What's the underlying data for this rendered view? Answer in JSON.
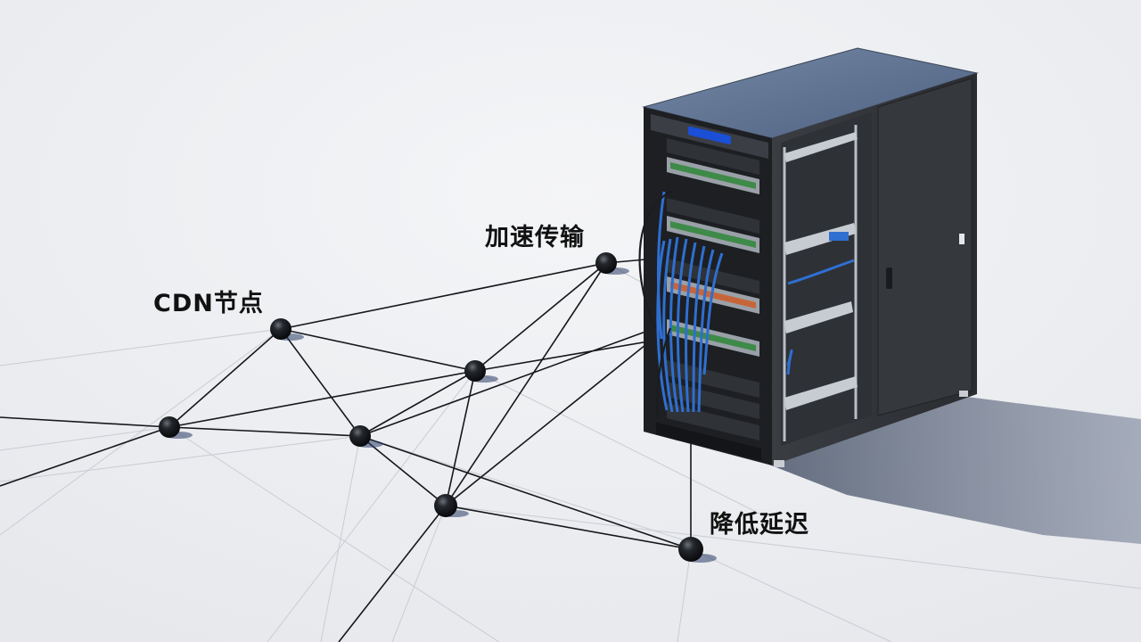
{
  "labels": {
    "cdn_node": "CDN节点",
    "accelerated_transfer": "加速传输",
    "reduce_latency": "降低延迟"
  },
  "colors": {
    "background": "#eef0f3",
    "cable": "#2e6fd1",
    "rack_body": "#2b2d31",
    "rack_top": "#5f7390",
    "node": "#111318"
  }
}
